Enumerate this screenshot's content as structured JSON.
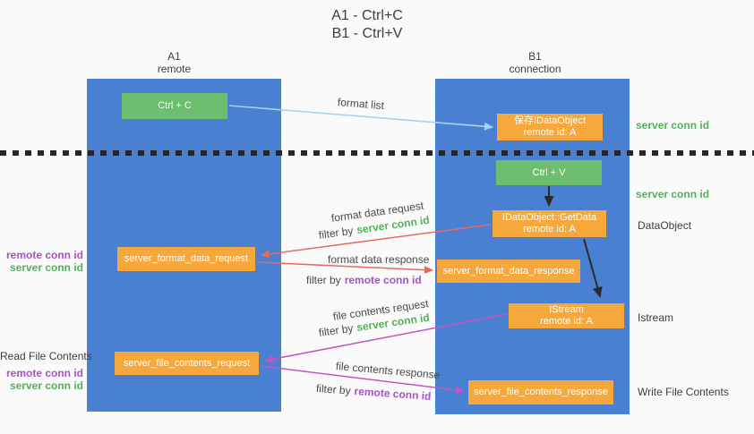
{
  "title": {
    "line1": "A1 - Ctrl+C",
    "line2": "B1 - Ctrl+V"
  },
  "lanes": {
    "left": {
      "name": "A1",
      "role": "remote"
    },
    "right": {
      "name": "B1",
      "role": "connection"
    }
  },
  "nodes": {
    "ctrl_c": {
      "label": "Ctrl + C"
    },
    "ctrl_v": {
      "label": "Ctrl + V"
    },
    "save_dataobject": {
      "line1": "保存IDataObject",
      "line2": "remote id: A"
    },
    "getdata": {
      "line1": "IDataObject::GetData",
      "line2": "remote id: A"
    },
    "istream": {
      "line1": "IStream",
      "line2": "remote id: A"
    },
    "format_request": {
      "label": "server_format_data_request"
    },
    "format_response": {
      "label": "server_format_data_response"
    },
    "file_request": {
      "label": "server_file_contents_request"
    },
    "file_response": {
      "label": "server_file_contents_response"
    }
  },
  "flow_labels": {
    "format_list": "format list",
    "format_data_request": "format data request",
    "format_data_response": "format data response",
    "file_contents_request": "file contents request",
    "file_contents_response": "file contents response"
  },
  "filters": {
    "format_request": {
      "prefix": "filter by",
      "token": "server conn id"
    },
    "format_response": {
      "prefix": "filter by",
      "token": "remote conn id"
    },
    "file_request": {
      "prefix": "filter by",
      "token": "server conn id"
    },
    "file_response": {
      "prefix": "filter by",
      "token": "remote conn id"
    }
  },
  "side_labels": {
    "right_server_conn_id_top": "server conn id",
    "right_server_conn_id_mid": "server conn id",
    "dataobject": "DataObject",
    "istream": "Istream",
    "write_file_contents": "Write File Contents",
    "read_file_contents": "Read File Contents",
    "left_remote_conn_id_top": "remote conn id",
    "left_server_conn_id_top": "server conn id",
    "left_remote_conn_id_bottom": "remote conn id",
    "left_server_conn_id_bottom": "server conn id"
  },
  "colors": {
    "background": "#fafafa",
    "lane_blue": "#4a80d2",
    "box_green": "#6ebe70",
    "box_orange": "#f7a83d",
    "conn_green": "#53b257",
    "conn_purple": "#a652c8",
    "arrow_red": "#e76a5e",
    "arrow_magenta": "#c553c1",
    "arrow_blue": "#a8d2f0",
    "arrow_black": "#2b2b2b",
    "text_dark": "#3d3d3d",
    "divider_black": "#262626"
  }
}
